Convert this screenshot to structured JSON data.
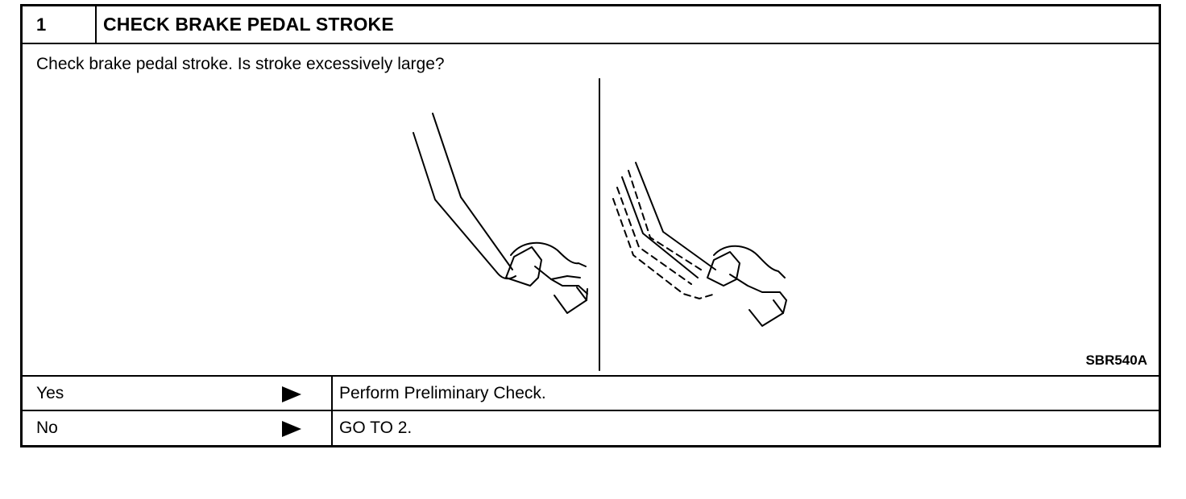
{
  "step": {
    "number": "1",
    "title": "CHECK BRAKE PEDAL STROKE"
  },
  "question": "Check brake pedal stroke. Is stroke excessively large?",
  "figure": {
    "code": "SBR540A",
    "left_panel": "brake-pedal-normal",
    "right_panel": "brake-pedal-excessive-stroke"
  },
  "answers": [
    {
      "label": "Yes",
      "result": "Perform Preliminary Check."
    },
    {
      "label": "No",
      "result": "GO TO 2."
    }
  ]
}
